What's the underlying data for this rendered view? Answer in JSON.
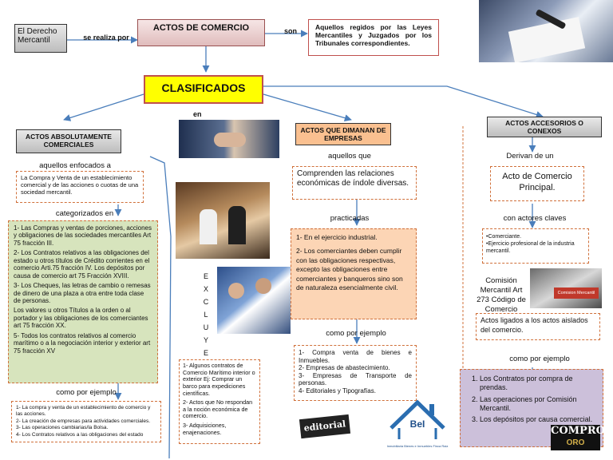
{
  "left_top": {
    "label": "El Derecho Mercantil",
    "connector": "se realiza por"
  },
  "title": "ACTOS DE COMERCIO",
  "son_label": "son",
  "definition": "Aquellos regidos por las Leyes Mercantiles y Juzgados por los Tribunales correspondientes.",
  "clasificados": "CLASIFICADOS",
  "en_label": "en",
  "col1": {
    "header": "ACTOS ABSOLUTAMENTE COMERCIALES",
    "sublabel": "aquellos enfocados a",
    "focus": "La Compra y Venta de un establecimiento comercial y de las acciones o cuotas de una sociedad mercantil.",
    "categorized_label": "categorizados en",
    "items": [
      "1- Las Compras y ventas de porciones, acciones y obligaciones de las sociedades mercantiles Art 75 fracción III.",
      "2- Los Contratos relativos a las obligaciones del estado u otros títulos de Crédito corrientes en el comercio Arti.75 fracción IV. Los depósitos por causa de comercio art 75 Fracción XVIII.",
      "3- Los Cheques, las letras de cambio o remesas de dinero de una plaza a otra entre toda clase de personas.",
      "Los valores u otros Títulos a la orden o al portador y las obligaciones de los comerciantes art 75 fracción XX.",
      "5- Todos los contratos relativos al comercio marítimo o a la negociación interior y exterior art 75 fracción XV"
    ],
    "example_label": "como por ejemplo",
    "examples": [
      "1- La compra y venta de un establecimiento de comercio y las acciones.",
      "2- La creación de empresas para actividades comerciales.",
      "3- Las operaciones cambiarias/la Bolsa.",
      "4- Los Contratos relativos a las obligaciones del estado"
    ]
  },
  "excluye": [
    "E",
    "X",
    "C",
    "L",
    "U",
    "Y",
    "E"
  ],
  "excluded": [
    "1- Algunos contratos de Comercio Marítimo interior o exterior Ej: Comprar un barco para expediciones científicas.",
    "2- Actos que No respondan a la noción económica de comercio.",
    "3- Adquisiciones, enajenaciones."
  ],
  "col2": {
    "header": "ACTOS QUE DIMANAN DE EMPRESAS",
    "sublabel": "aquellos que",
    "desc": "Comprenden las relaciones económicas de índole diversas.",
    "practiced_label": "practicadas",
    "practiced": [
      "1- En el ejercicio industrial.",
      "2- Los comerciantes deben cumplir con las obligaciones respectivas, excepto las obligaciones entre comerciantes y banqueros sino son de naturaleza esencialmente civil."
    ],
    "example_label": "como por ejemplo",
    "examples": [
      "1- Compra venta de bienes e Inmuebles.",
      "2- Empresas de abastecimiento.",
      "3- Empresas de Transporte de personas.",
      "4- Editoriales y Tipografías."
    ]
  },
  "col3": {
    "header": "ACTOS ACCESORIOS O CONEXOS",
    "sublabel": "Derivan de un",
    "principal": "Acto de Comercio Principal.",
    "actors_label": "con actores claves",
    "actors": [
      "•Comerciante.",
      "•Ejercicio profesional de la industria mercantil."
    ],
    "commission": "Comisión Mercantil Art 273 Código de Comercio",
    "linked": "Actos ligados a los actos aislados del comercio.",
    "example_label": "como por ejemplo",
    "examples": [
      "Los Contratos por compra de prendas.",
      "Las operaciones por Comisión Mercantil.",
      "Los depósitos por causa comercial."
    ]
  },
  "images": {
    "editorial": "editorial",
    "bei_logo": "BeI",
    "bei_caption": "Inmobiliaria Bienes e Inmuebles Finca Raiz",
    "compro_top": "COMPRO",
    "compro_bottom": "ORO",
    "comision_sign": "Comision Mercantil"
  },
  "colors": {
    "yellow": "#ffff00",
    "light_green": "#d7e4bd",
    "peach": "#fcd5b5",
    "lavender": "#ccc0da",
    "orange": "#fac090",
    "arrow_blue": "#4a7ebb"
  }
}
